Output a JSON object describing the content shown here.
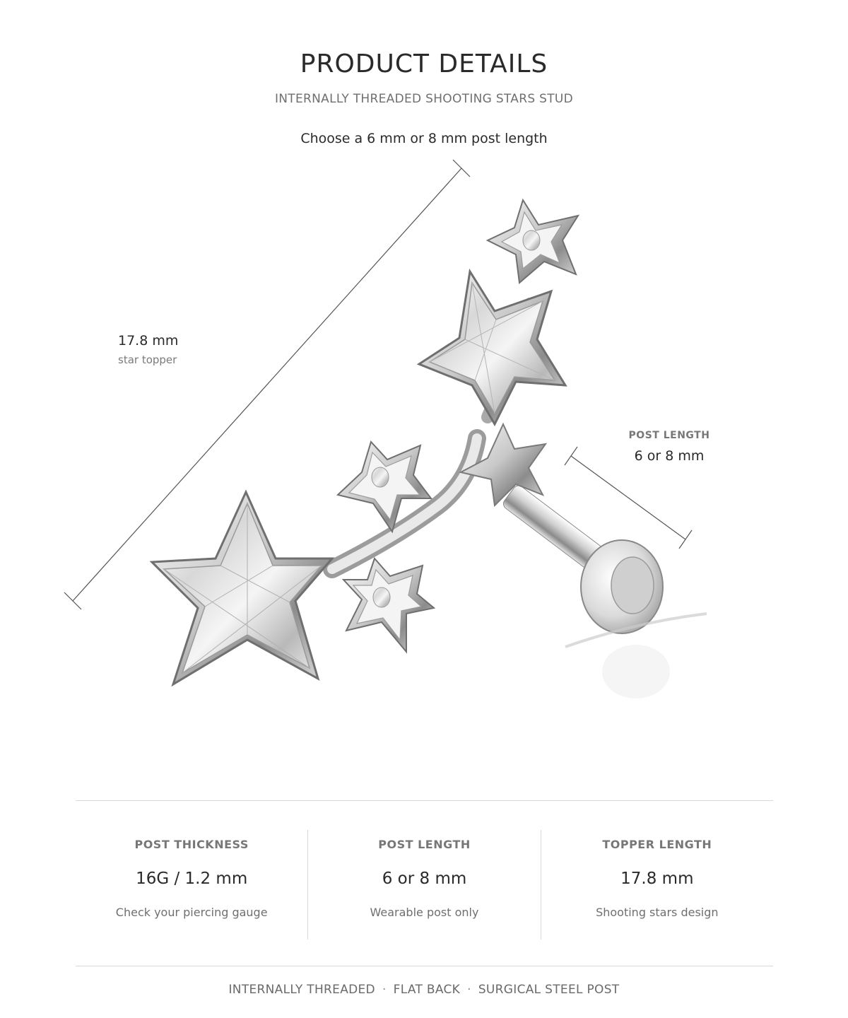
{
  "header": {
    "title": "PRODUCT DETAILS",
    "subtitle": "INTERNALLY THREADED SHOOTING STARS STUD",
    "instruction": "Choose a 6 mm or 8 mm post length"
  },
  "dimensions": {
    "topper": {
      "value": "17.8 mm",
      "caption": "star topper"
    },
    "post": {
      "label": "POST LENGTH",
      "value": "6 or 8 mm"
    }
  },
  "specs": [
    {
      "label": "POST THICKNESS",
      "value": "16G / 1.2 mm",
      "note": "Check your piercing gauge"
    },
    {
      "label": "POST LENGTH",
      "value": "6 or 8 mm",
      "note": "Wearable post only"
    },
    {
      "label": "TOPPER LENGTH",
      "value": "17.8 mm",
      "note": "Shooting stars design"
    }
  ],
  "footer": {
    "items": [
      "INTERNALLY THREADED",
      "FLAT BACK",
      "SURGICAL STEEL POST"
    ],
    "separator": "·"
  },
  "colors": {
    "text": "#2a2a2a",
    "muted": "#777777",
    "divider": "#d8d8d8"
  }
}
